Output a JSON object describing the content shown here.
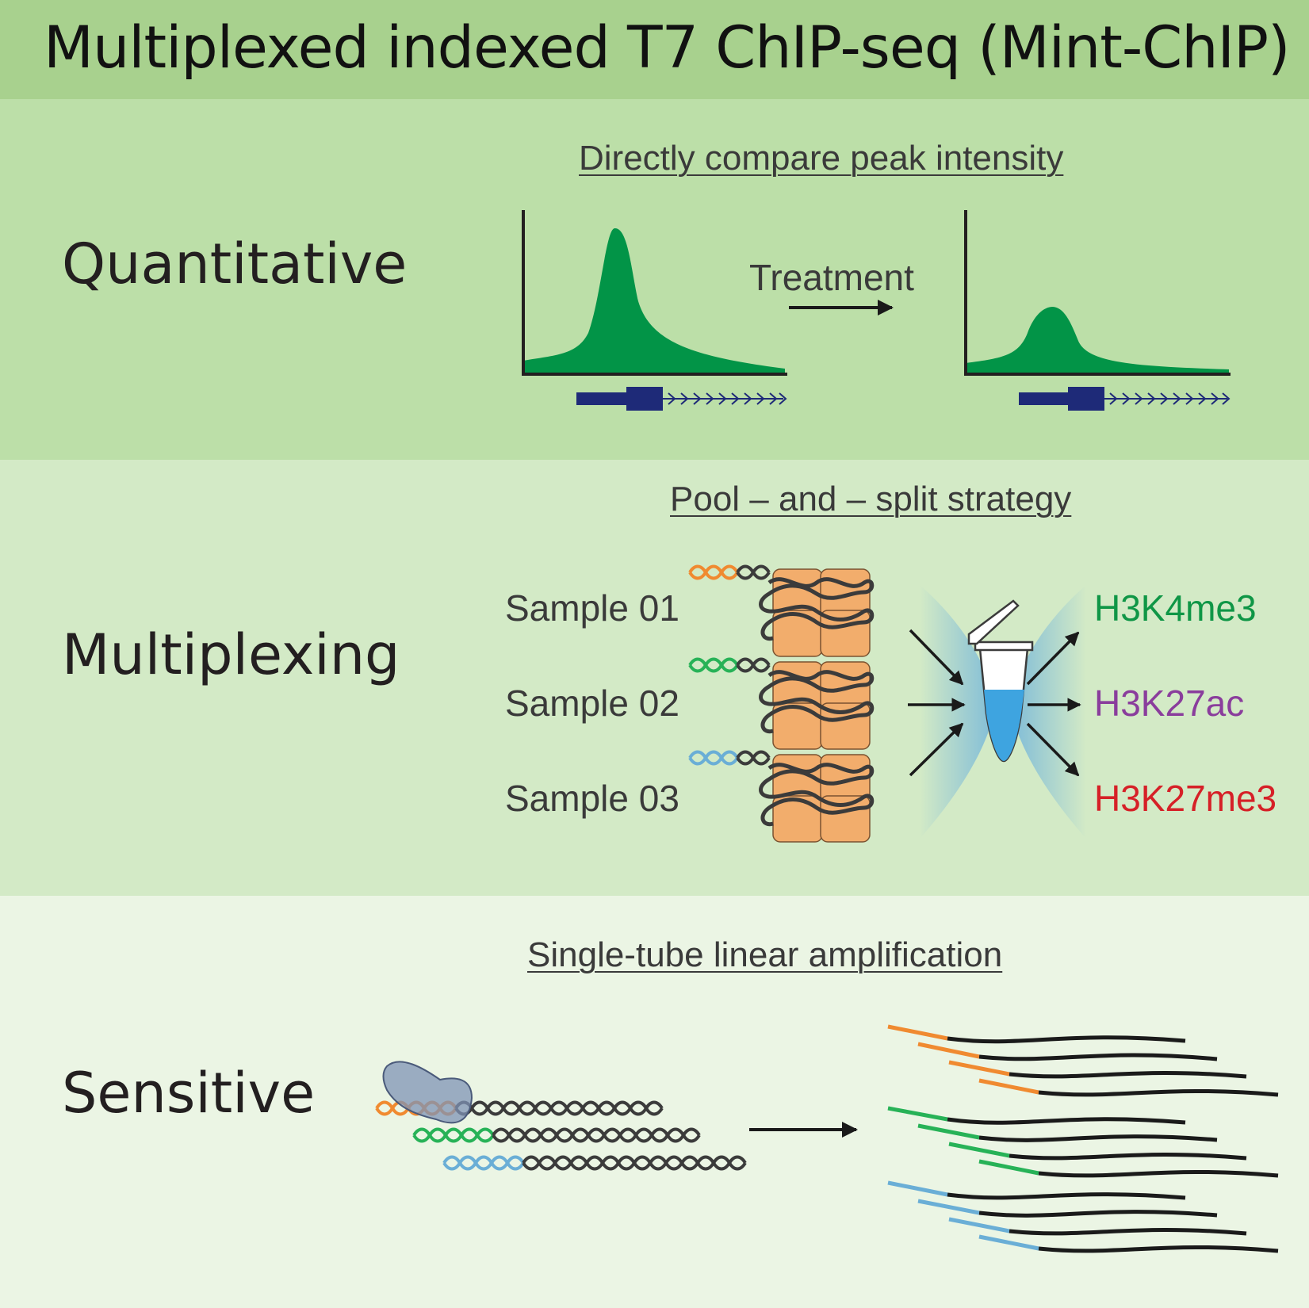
{
  "title": "Multiplexed indexed T7 ChIP-seq (Mint-ChIP)",
  "sections": {
    "quantitative": {
      "label": "Quantitative",
      "subhead": "Directly compare peak intensity",
      "arrow_label": "Treatment"
    },
    "multiplexing": {
      "label": "Multiplexing",
      "subhead": "Pool – and – split strategy",
      "samples": [
        "Sample 01",
        "Sample 02",
        "Sample 03"
      ],
      "marks": [
        "H3K4me3",
        "H3K27ac",
        "H3K27me3"
      ]
    },
    "sensitive": {
      "label": "Sensitive",
      "subhead": "Single-tube linear amplification"
    }
  },
  "colors": {
    "peak_fill": "#029447",
    "gene_model": "#1e2a78",
    "nucleosome": "#f2ad6c",
    "barcode_orange": "#f08a30",
    "barcode_green": "#27b257",
    "barcode_blue": "#6aaed6",
    "tube_liquid": "#3ea4e0",
    "mark_h3k4me3": "#0f9646",
    "mark_h3k27ac": "#8a3d9c",
    "mark_h3k27me3": "#d62027",
    "polymerase": "#7f93b5"
  }
}
